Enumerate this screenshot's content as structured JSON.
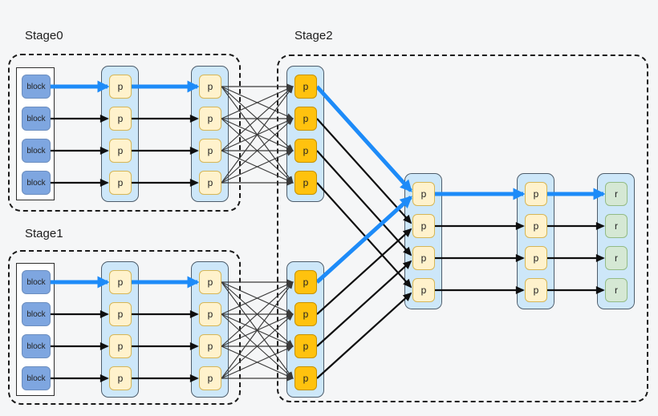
{
  "canvas": {
    "background": "#f5f6f7"
  },
  "stages": [
    {
      "id": "stage0",
      "title": "Stage0"
    },
    {
      "id": "stage1",
      "title": "Stage1"
    },
    {
      "id": "stage2",
      "title": "Stage2"
    }
  ],
  "labels": {
    "block": "block",
    "processor": "p",
    "result": "r"
  },
  "colors": {
    "highlight_blue": "#1d8bf8",
    "row_edge_black": "#0f0f0f",
    "crossing_gray": "#3a3a3a",
    "block_fill": "#7ea6e0",
    "block_border": "#6c8ebf",
    "p_fill": "#fff2cc",
    "p_border": "#d6b656",
    "orange_fill": "#ffc20e",
    "orange_border": "#c79200",
    "r_fill": "#d5e8d4",
    "r_border": "#93bb85",
    "lane_fill": "#cde7f9",
    "lane_border": "#4e5d6b",
    "frame_fill": "#ffffff",
    "frame_border": "#2e2e2e"
  },
  "columns": [
    {
      "id": "s0-blocks",
      "kind": "block",
      "label": "block",
      "count": 4
    },
    {
      "id": "s0-p1",
      "kind": "p",
      "label": "p",
      "count": 4
    },
    {
      "id": "s0-p2",
      "kind": "p",
      "label": "p",
      "count": 4
    },
    {
      "id": "s1-blocks",
      "kind": "block",
      "label": "block",
      "count": 4
    },
    {
      "id": "s1-p1",
      "kind": "p",
      "label": "p",
      "count": 4
    },
    {
      "id": "s1-p2",
      "kind": "p",
      "label": "p",
      "count": 4
    },
    {
      "id": "s2-top",
      "kind": "orange",
      "label": "p",
      "count": 4
    },
    {
      "id": "s2-bottom",
      "kind": "orange",
      "label": "p",
      "count": 4
    },
    {
      "id": "s2-mid",
      "kind": "p",
      "label": "p",
      "count": 4
    },
    {
      "id": "s2-right",
      "kind": "p",
      "label": "p",
      "count": 4
    },
    {
      "id": "s2-results",
      "kind": "r",
      "label": "r",
      "count": 4
    }
  ],
  "edge_groups": [
    {
      "from": "s0-blocks",
      "to": "s0-p1",
      "type": "parallel",
      "highlight_row": 0
    },
    {
      "from": "s0-p1",
      "to": "s0-p2",
      "type": "parallel",
      "highlight_row": 0
    },
    {
      "from": "s1-blocks",
      "to": "s1-p1",
      "type": "parallel",
      "highlight_row": 0
    },
    {
      "from": "s1-p1",
      "to": "s1-p2",
      "type": "parallel",
      "highlight_row": 0
    },
    {
      "from": "s0-p2",
      "to": "s2-top",
      "type": "all-to-all"
    },
    {
      "from": "s1-p2",
      "to": "s2-bottom",
      "type": "all-to-all"
    },
    {
      "from": "s2-top",
      "to": "s2-mid",
      "type": "parallel",
      "highlight_row": 0
    },
    {
      "from": "s2-bottom",
      "to": "s2-mid",
      "type": "parallel",
      "highlight_row": 0
    },
    {
      "from": "s2-mid",
      "to": "s2-right",
      "type": "parallel",
      "highlight_row": 0
    },
    {
      "from": "s2-right",
      "to": "s2-results",
      "type": "parallel",
      "highlight_row": 0
    }
  ]
}
